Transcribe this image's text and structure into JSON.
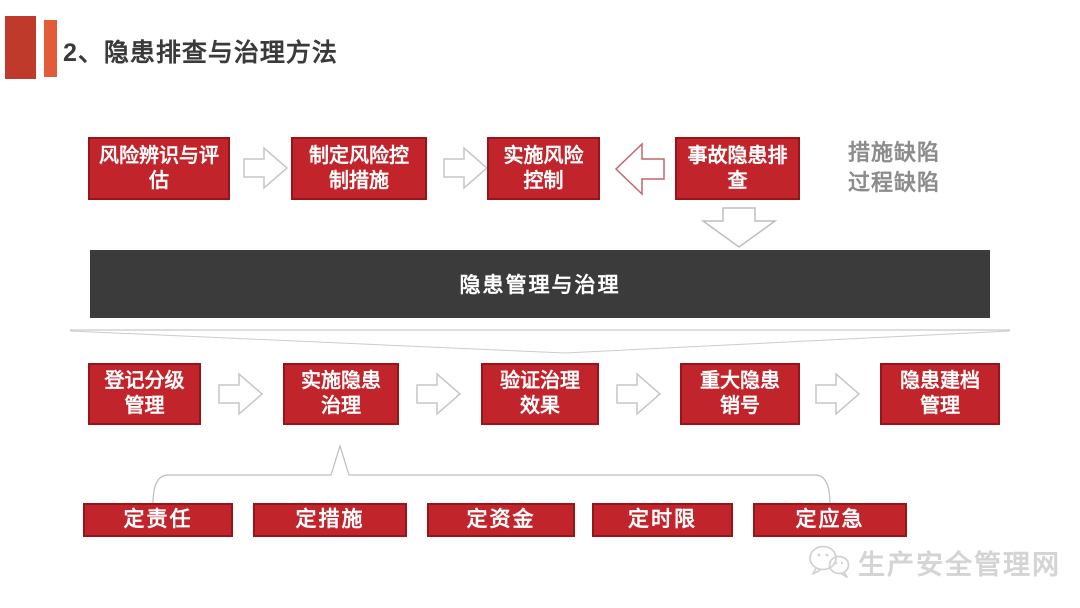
{
  "title": {
    "label": "2、隐患排查与治理方法"
  },
  "colors": {
    "box_red": "#c2242b",
    "box_border": "#991419",
    "banner_dark": "#3b3b3b",
    "header_bar_dark_red": "#bf3a2a",
    "header_bar_orange": "#e25c3a",
    "defect_text_gray": "#8c8c8c",
    "arrow_outline_gray": "#c6c6c6",
    "arrow_outline_red": "#c4656b",
    "watermark_gray": "#d4d4d4"
  },
  "row1": {
    "items": [
      {
        "label": "风险辨识与评\n估"
      },
      {
        "label": "制定风险控\n制措施"
      },
      {
        "label": "实施风险\n控制"
      },
      {
        "label": "事故隐患排\n查"
      }
    ],
    "defect_note": "措施缺陷\n过程缺陷"
  },
  "banner": {
    "label": "隐患管理与治理"
  },
  "row2": {
    "items": [
      {
        "label": "登记分级\n管理"
      },
      {
        "label": "实施隐患\n治理"
      },
      {
        "label": "验证治理\n效果"
      },
      {
        "label": "重大隐患\n销号"
      },
      {
        "label": "隐患建档\n管理"
      }
    ]
  },
  "row3": {
    "items": [
      {
        "label": "定责任"
      },
      {
        "label": "定措施"
      },
      {
        "label": "定资金"
      },
      {
        "label": "定时限"
      },
      {
        "label": "定应急"
      }
    ]
  },
  "watermark": {
    "label": "生产安全管理网"
  }
}
